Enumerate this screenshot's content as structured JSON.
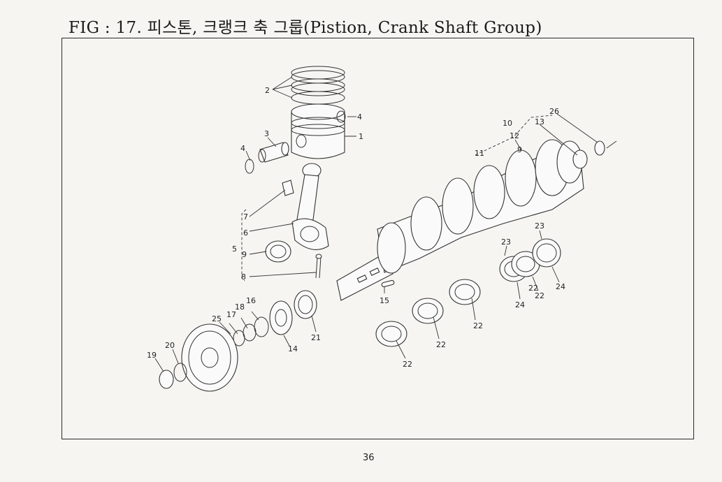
{
  "title": "FIG : 17. 피스톤, 크랭크 축 그룹(Pistion, Crank Shaft Group)",
  "page_number": "36",
  "callouts": [
    "1",
    "2",
    "3",
    "4",
    "4",
    "5",
    "6",
    "7",
    "8",
    "9",
    "9",
    "10",
    "11",
    "12",
    "13",
    "14",
    "15",
    "16",
    "17",
    "18",
    "19",
    "20",
    "21",
    "22",
    "22",
    "22",
    "22",
    "22",
    "23",
    "23",
    "24",
    "24",
    "25",
    "26"
  ]
}
